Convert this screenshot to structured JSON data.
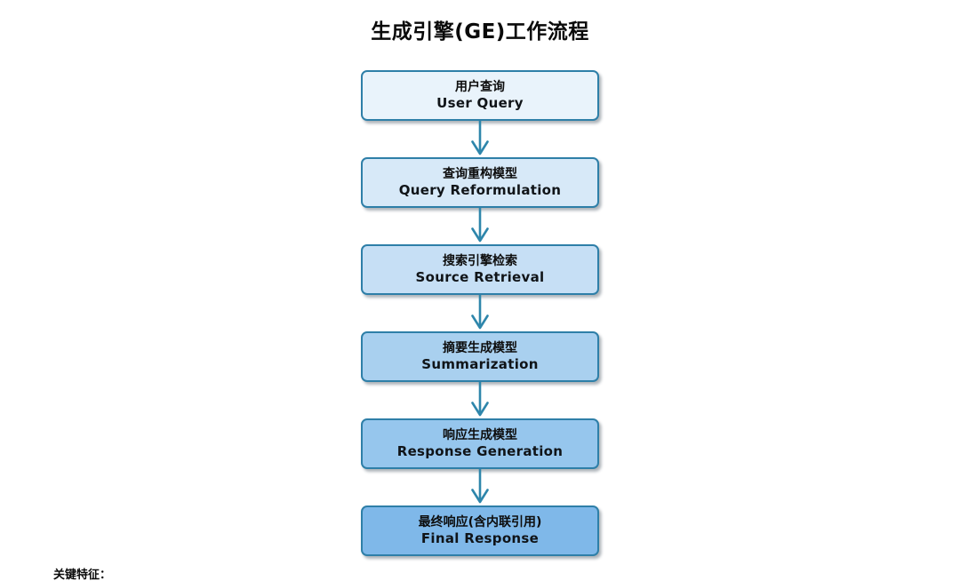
{
  "title": "生成引擎(GE)工作流程",
  "flow": {
    "steps": [
      {
        "zh": "用户查询",
        "en": "User Query",
        "fill": "#e9f3fb"
      },
      {
        "zh": "查询重构模型",
        "en": "Query Reformulation",
        "fill": "#d7e9f8"
      },
      {
        "zh": "搜索引擎检索",
        "en": "Source Retrieval",
        "fill": "#c6dff5"
      },
      {
        "zh": "摘要生成模型",
        "en": "Summarization",
        "fill": "#a9d0ef"
      },
      {
        "zh": "响应生成模型",
        "en": "Response Generation",
        "fill": "#96c6ed"
      },
      {
        "zh": "最终响应(含内联引用)",
        "en": "Final Response",
        "fill": "#7fb8e9"
      }
    ],
    "border_color": "#2e7fa8",
    "arrow_color": "#2e86ab",
    "arrow_icon": "down-arrow"
  },
  "footer": {
    "key_features_label": "关键特征："
  }
}
